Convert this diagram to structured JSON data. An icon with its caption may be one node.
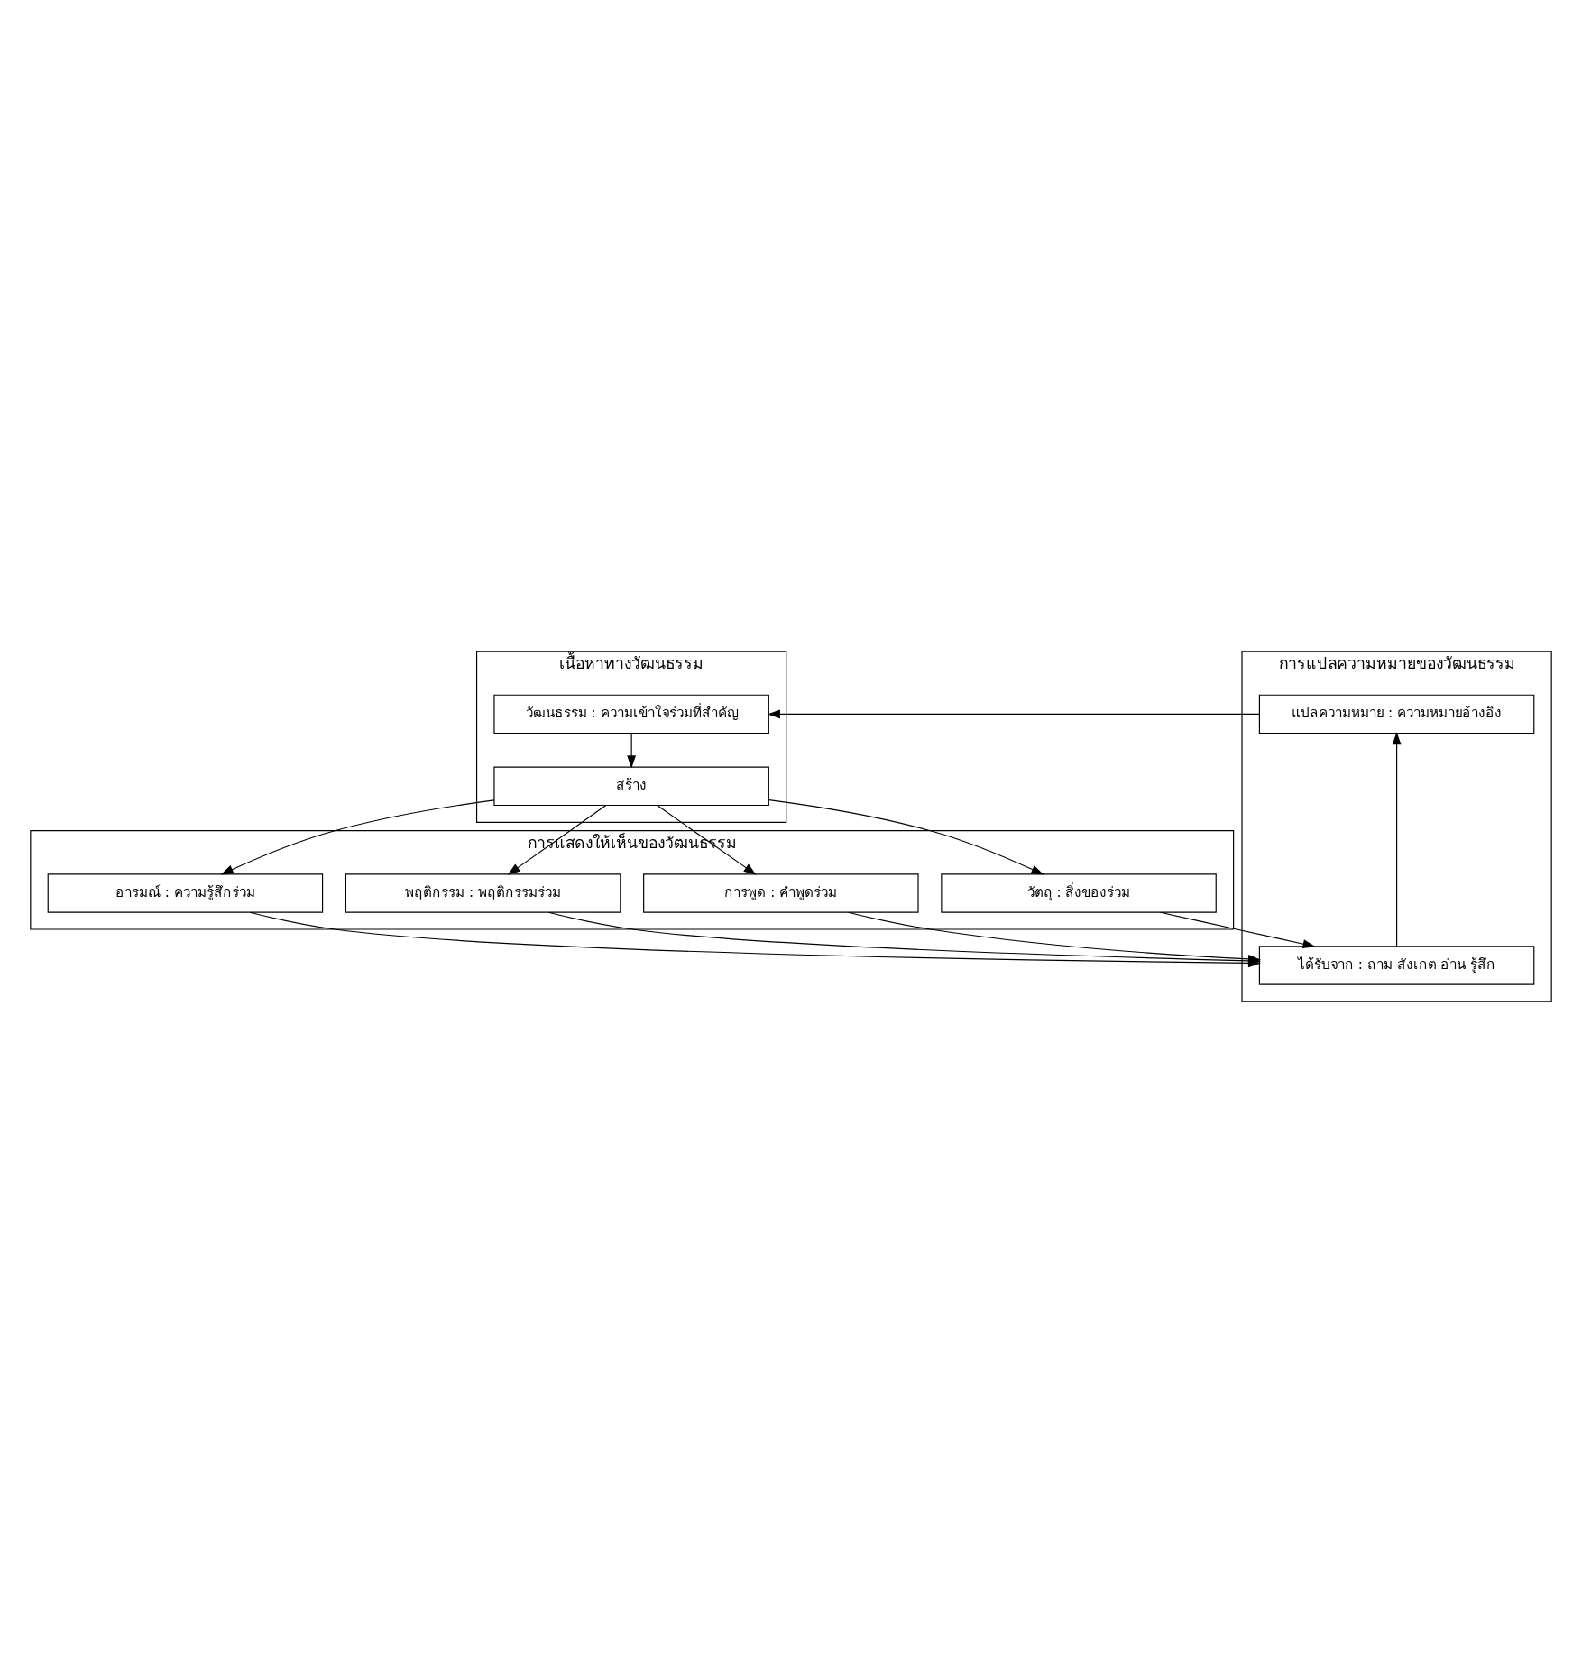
{
  "diagram": {
    "nodes": [
      {
        "text": [
          "เนื้อหาทางวัฒนธรรม"
        ]
      },
      {
        "text": [
          "วัฒนธรรม : ความเข้าใจร่วมที่สำคัญ"
        ],
        "in": 0
      },
      {
        "text": [
          "สร้าง"
        ],
        "in": 0
      },
      {
        "text": [
          "การแสดงให้เห็นของวัฒนธรรม"
        ]
      },
      {
        "text": [
          "วัตถุ : สิ่งของร่วม"
        ],
        "in": 3
      },
      {
        "text": [
          "การพูด : คำพูดร่วม"
        ],
        "in": 3
      },
      {
        "text": [
          "พฤติกรรม : พฤติกรรมร่วม"
        ],
        "in": 3
      },
      {
        "text": [
          "อารมณ์ : ความรู้สึกร่วม"
        ],
        "in": 3
      },
      {
        "text": [
          "การแปลความหมายของวัฒนธรรม"
        ]
      },
      {
        "text": [
          "แปลความหมาย : ความหมายอ้างอิง"
        ],
        "in": 8
      },
      {
        "text": [
          "ได้รับจาก : ถาม สังเกต อ่าน รู้สึก"
        ],
        "in": 8
      }
    ],
    "edges": [
      {
        "from": 1,
        "to": 2,
        "arrow": "to"
      },
      {
        "from": 2,
        "to": 4,
        "arrow": "to"
      },
      {
        "from": 2,
        "to": 5,
        "arrow": "to"
      },
      {
        "from": 2,
        "to": 6,
        "arrow": "to"
      },
      {
        "from": 2,
        "to": 7,
        "arrow": "to"
      },
      {
        "from": 4,
        "to": 10,
        "arrow": "to"
      },
      {
        "from": 5,
        "to": 10,
        "arrow": "to"
      },
      {
        "from": 6,
        "to": 10,
        "arrow": "to"
      },
      {
        "from": 7,
        "to": 10,
        "arrow": "to"
      },
      {
        "from": 10,
        "to": 9,
        "arrow": "to"
      },
      {
        "from": 9,
        "to": 1,
        "arrow": "to"
      }
    ]
  }
}
